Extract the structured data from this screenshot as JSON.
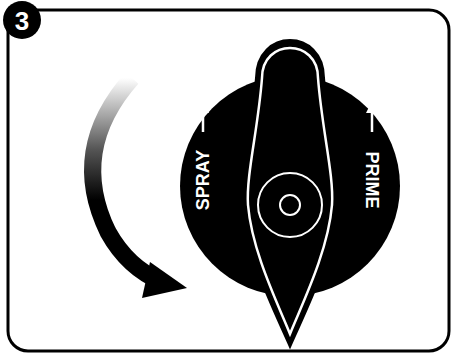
{
  "diagram": {
    "labels": [
      "3",
      "SPRAY",
      "PRIME"
    ]
  }
}
